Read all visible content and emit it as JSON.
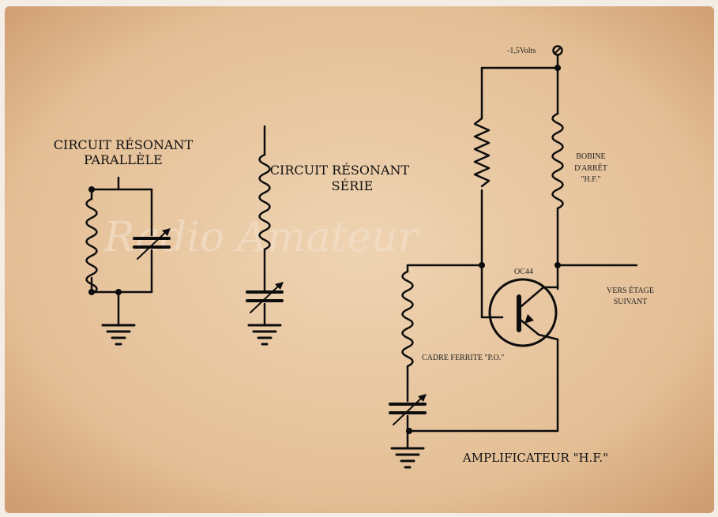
{
  "colors": {
    "paper": "#e9c9a4",
    "paper_edge": "#c9976a",
    "ink": "#0d0d0d",
    "watermark": "#f2dcc4"
  },
  "watermark": "Radio Amateur",
  "labels": {
    "parallel_title_1": "CIRCUIT RÉSONANT",
    "parallel_title_2": "PARALLÈLE",
    "series_title_1": "CIRCUIT RÉSONANT",
    "series_title_2": "SÉRIE",
    "supply": "-1,5Volts",
    "choke_1": "BOBINE",
    "choke_2": "D'ARRÊT",
    "choke_3": "\"H.F.\"",
    "transistor": "OC44",
    "output_1": "VERS ÉTAGE",
    "output_2": "SUIVANT",
    "ferrite": "CADRE FERRITE \"P.O.\"",
    "amplifier_title": "AMPLIFICATEUR \"H.F.\""
  },
  "icons": {
    "ground": "ground-icon",
    "coil": "inductor-coil-icon",
    "capacitor": "variable-capacitor-icon",
    "resistor": "resistor-icon",
    "transistor": "pnp-transistor-icon",
    "terminal": "terminal-icon"
  }
}
